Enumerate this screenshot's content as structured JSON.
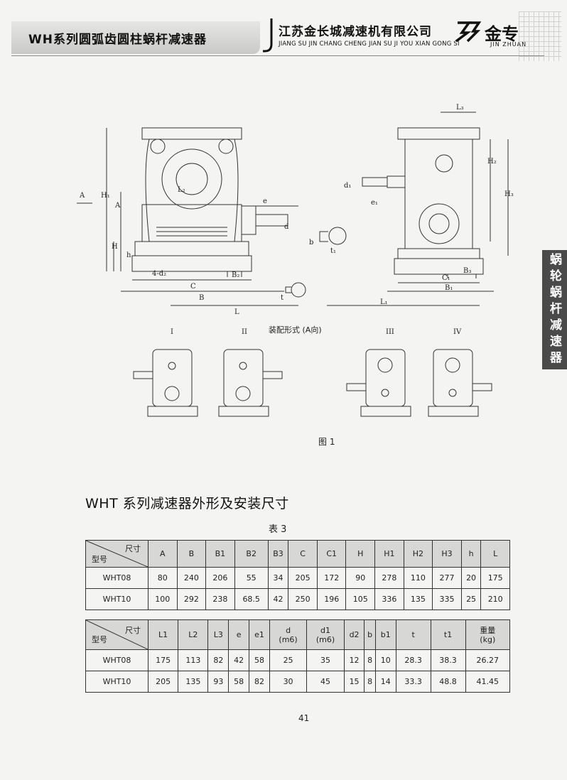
{
  "header": {
    "series_title": "WH系列圆弧齿圆柱蜗杆减速器",
    "company_cn": "江苏金长城减速机有限公司",
    "company_en": "JIANG SU JIN CHANG CHENG JIAN SU JI YOU XIAN GONG SI",
    "logo_cn": "金专",
    "logo_en": "JIN ZHUAN"
  },
  "side_tab": "蜗轮蜗杆减速器",
  "drawing": {
    "assembly_label": "装配形式   (A向)",
    "figure_caption": "图 1",
    "view_labels": [
      "I",
      "II",
      "III",
      "IV"
    ],
    "dim_labels": {
      "A_arrow": "A",
      "H1": "H₁",
      "A": "A",
      "H": "H",
      "h": "h",
      "L2": "L₂",
      "e": "e",
      "d": "d",
      "b": "b",
      "t1": "t₁",
      "t": "t",
      "four_d2": "4-d₂",
      "B2": "B₂",
      "C": "C",
      "B": "B",
      "L": "L",
      "L3": "L₃",
      "H2": "H₂",
      "H3": "H₃",
      "d1": "d₁",
      "e1": "e₁",
      "C1": "C₁",
      "B3": "B₃",
      "B1": "B₁",
      "L1": "L₁"
    }
  },
  "section_title": "WHT 系列减速器外形及安装尺寸",
  "table_caption": "表 3",
  "corner": {
    "top": "尺寸",
    "bottom": "型号"
  },
  "table1": {
    "headers": [
      "A",
      "B",
      "B1",
      "B2",
      "B3",
      "C",
      "C1",
      "H",
      "H1",
      "H2",
      "H3",
      "h",
      "L"
    ],
    "rows": [
      {
        "model": "WHT08",
        "values": [
          "80",
          "240",
          "206",
          "55",
          "34",
          "205",
          "172",
          "90",
          "278",
          "110",
          "277",
          "20",
          "175"
        ]
      },
      {
        "model": "WHT10",
        "values": [
          "100",
          "292",
          "238",
          "68.5",
          "42",
          "250",
          "196",
          "105",
          "336",
          "135",
          "335",
          "25",
          "210"
        ]
      }
    ]
  },
  "table2": {
    "headers": [
      {
        "l1": "L1",
        "l2": ""
      },
      {
        "l1": "L2",
        "l2": ""
      },
      {
        "l1": "L3",
        "l2": ""
      },
      {
        "l1": "e",
        "l2": ""
      },
      {
        "l1": "e1",
        "l2": ""
      },
      {
        "l1": "d",
        "l2": "(m6)"
      },
      {
        "l1": "d1",
        "l2": "(m6)"
      },
      {
        "l1": "d2",
        "l2": ""
      },
      {
        "l1": "b",
        "l2": ""
      },
      {
        "l1": "b1",
        "l2": ""
      },
      {
        "l1": "t",
        "l2": ""
      },
      {
        "l1": "t1",
        "l2": ""
      },
      {
        "l1": "重量",
        "l2": "(kg)"
      }
    ],
    "rows": [
      {
        "model": "WHT08",
        "values": [
          "175",
          "113",
          "82",
          "42",
          "58",
          "25",
          "35",
          "12",
          "8",
          "10",
          "28.3",
          "38.3",
          "26.27"
        ]
      },
      {
        "model": "WHT10",
        "values": [
          "205",
          "135",
          "93",
          "58",
          "82",
          "30",
          "45",
          "15",
          "8",
          "14",
          "33.3",
          "48.8",
          "41.45"
        ]
      }
    ]
  },
  "page_number": "41"
}
